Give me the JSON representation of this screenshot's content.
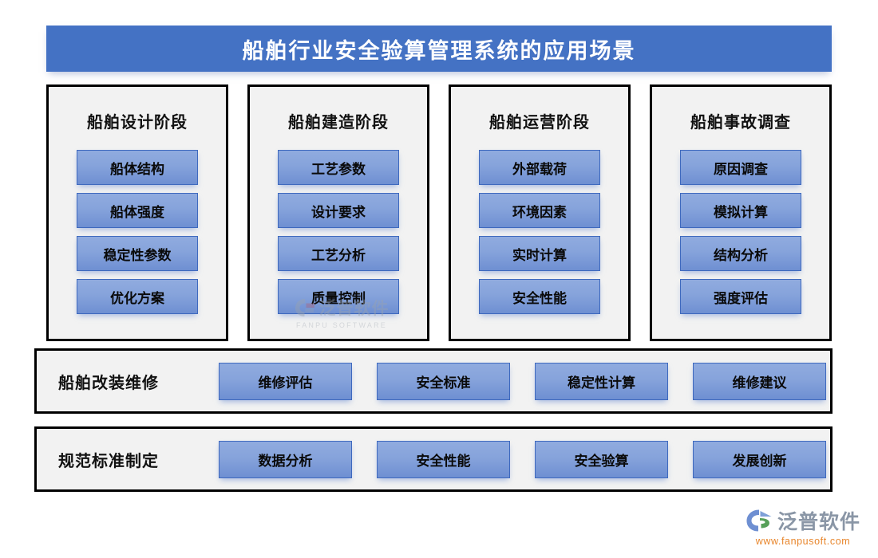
{
  "header": {
    "title": "船舶行业安全验算管理系统的应用场景",
    "bg_color": "#4472C4",
    "text_color": "#FFFFFF"
  },
  "theme": {
    "card_bg": "#F2F2F2",
    "card_border": "#000000",
    "button_fill_top": "#90ABDF",
    "button_fill_bottom": "#6E8FD2",
    "button_border": "#3E69BE",
    "button_text": "#0A0A0A",
    "page_bg": "#FFFFFF"
  },
  "stage_cards": [
    {
      "title": "船舶设计阶段",
      "items": [
        "船体结构",
        "船体强度",
        "稳定性参数",
        "优化方案"
      ]
    },
    {
      "title": "船舶建造阶段",
      "items": [
        "工艺参数",
        "设计要求",
        "工艺分析",
        "质量控制"
      ]
    },
    {
      "title": "船舶运营阶段",
      "items": [
        "外部载荷",
        "环境因素",
        "实时计算",
        "安全性能"
      ]
    },
    {
      "title": "船舶事故调查",
      "items": [
        "原因调查",
        "模拟计算",
        "结构分析",
        "强度评估"
      ]
    }
  ],
  "wide_rows": [
    {
      "label": "船舶改装维修",
      "items": [
        "维修评估",
        "安全标准",
        "稳定性计算",
        "维修建议"
      ]
    },
    {
      "label": "规范标准制定",
      "items": [
        "数据分析",
        "安全性能",
        "安全验算",
        "发展创新"
      ]
    }
  ],
  "watermark": {
    "name": "泛普软件",
    "subtitle": "FANPU SOFTWARE"
  },
  "brand": {
    "name": "泛普软件",
    "url": "www.fanpusoft.com",
    "url_color": "#E8862C"
  }
}
